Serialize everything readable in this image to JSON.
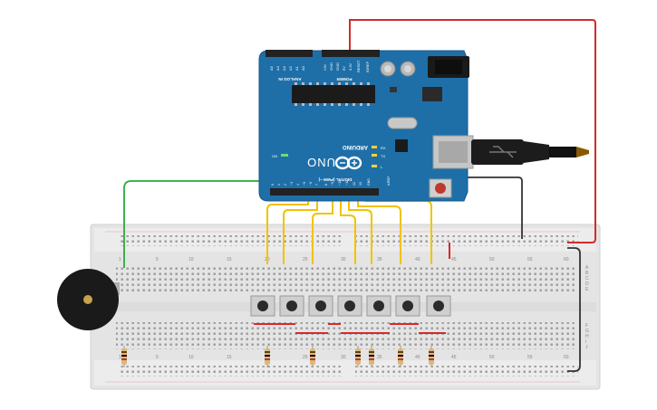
{
  "board": {
    "brand": "ARDUINO",
    "model": "UNO",
    "analog_in_label": "ANALOG IN",
    "power_label": "POWER",
    "analog_pins": [
      "A5",
      "A4",
      "A3",
      "A2",
      "A1",
      "A0"
    ],
    "power_pins": [
      "VIN",
      "GND",
      "GND",
      "5V",
      "3.3V",
      "RESET",
      "IOREF"
    ],
    "digital_label": "DIGITAL (PWM ~)",
    "aref_label": "AREF",
    "digital_pins": [
      "0",
      "1",
      "2",
      "~3",
      "4",
      "~5",
      "~6",
      "7",
      "8",
      "~9",
      "~10",
      "~11",
      "12",
      "13",
      "GND"
    ],
    "led_on": "ON",
    "led_rx": "RX",
    "led_tx": "TX",
    "led_l": "L"
  },
  "breadboard": {
    "column_numbers": [
      "1",
      "5",
      "10",
      "15",
      "20",
      "25",
      "30",
      "35",
      "40",
      "45",
      "50",
      "55",
      "60"
    ],
    "row_letters_top": [
      "A",
      "B",
      "C",
      "D",
      "E"
    ],
    "row_letters_bottom": [
      "F",
      "G",
      "H",
      "I",
      "J"
    ]
  },
  "parts": {
    "buttons": 7,
    "resistors": 7,
    "buzzer": 1
  },
  "colors": {
    "board_blue": "#1e6fa8",
    "wire_yellow": "#f2c200",
    "wire_green": "#2aa93a",
    "wire_red": "#d42a2a",
    "wire_black": "#333333",
    "breadboard": "#ededed"
  }
}
